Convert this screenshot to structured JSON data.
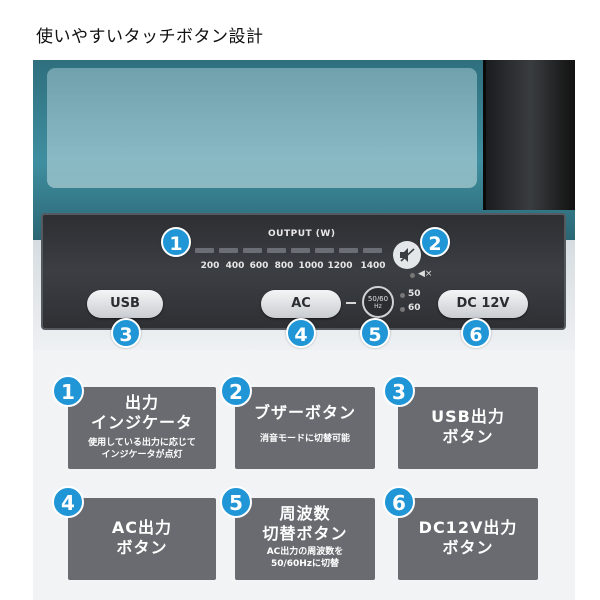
{
  "heading": "使いやすいタッチボタン設計",
  "panel": {
    "output_label": "OUTPUT (W)",
    "scale": [
      "200",
      "400",
      "600",
      "800",
      "1000",
      "1200",
      "1400"
    ],
    "mute_small": "◀×",
    "buttons": {
      "usb": "USB",
      "ac": "AC",
      "dc": "DC 12V"
    },
    "freq_top": "50/60",
    "freq_bottom": "Hz",
    "led_50": "50",
    "led_60": "60"
  },
  "numbers": [
    "1",
    "2",
    "3",
    "4",
    "5",
    "6"
  ],
  "cards": [
    {
      "num": "1",
      "title1": "出力",
      "title2": "インジケータ",
      "sub1": "使用している出力に応じて",
      "sub2": "インジケータが点灯"
    },
    {
      "num": "2",
      "title1": "ブザーボタン",
      "title2": "",
      "sub1": "消音モードに切替可能",
      "sub2": ""
    },
    {
      "num": "3",
      "title1": "USB出力",
      "title2": "ボタン",
      "sub1": "",
      "sub2": ""
    },
    {
      "num": "4",
      "title1": "AC出力",
      "title2": "ボタン",
      "sub1": "",
      "sub2": ""
    },
    {
      "num": "5",
      "title1": "周波数",
      "title2": "切替ボタン",
      "sub1": "AC出力の周波数を",
      "sub2": "50/60Hzに切替"
    },
    {
      "num": "6",
      "title1": "DC12V出力",
      "title2": "ボタン",
      "sub1": "",
      "sub2": ""
    }
  ],
  "colors": {
    "badge": "#2196d6",
    "card": "#696b70",
    "panel": "#2d2f33",
    "teal": "#3f8fa0"
  }
}
